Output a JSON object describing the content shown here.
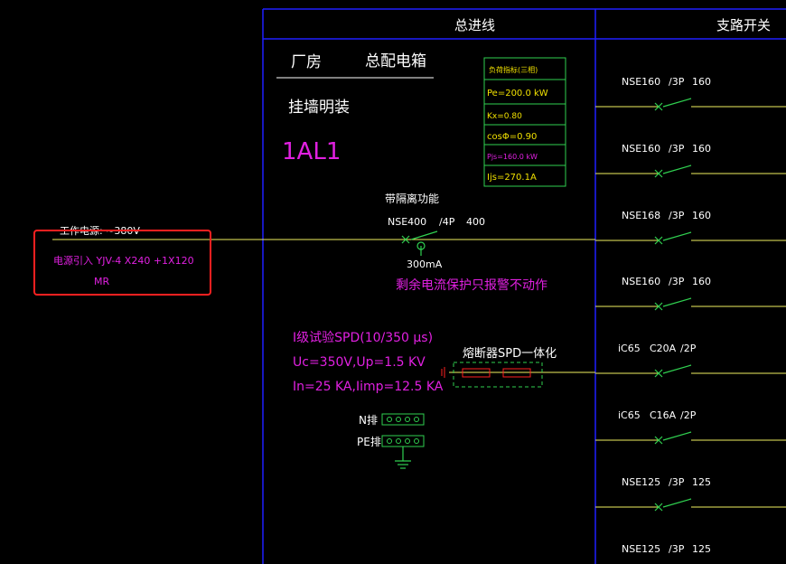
{
  "header": {
    "main_incoming": "总进线",
    "branch_switches": "支路开关"
  },
  "panel": {
    "building": "厂房",
    "panel_name": "总配电箱",
    "mounting": "挂墙明装",
    "panel_code": "1AL1"
  },
  "load_table": {
    "title": "负荷指标(三相)",
    "rows": [
      "Pe=200.0 kW",
      "Kx=0.80",
      "cosΦ=0.90",
      "Pjs=160.0 kW",
      "Ijs=270.1A"
    ]
  },
  "source": {
    "voltage": "工作电源: ~380V",
    "cable": "电源引入 YJV-4 X240 +1X120",
    "laying": "MR"
  },
  "main_breaker": {
    "function": "带隔离功能",
    "model": "NSE400",
    "poles": "/4P",
    "rating": "400",
    "leakage": "300mA",
    "note": "剩余电流保护只报警不动作"
  },
  "spd": {
    "spec_line1": "I级试验SPD(10/350 μs)",
    "spec_line2": "Uc=350V,Up=1.5 KV",
    "spec_line3": "In=25 KA,Iimp=12.5 KA",
    "fuse_label": "熔断器SPD一体化"
  },
  "busbars": {
    "n_label": "N排",
    "pe_label": "PE排"
  },
  "branches": [
    {
      "model": "NSE160",
      "spec": "/3P",
      "rating": "160"
    },
    {
      "model": "NSE160",
      "spec": "/3P",
      "rating": "160"
    },
    {
      "model": "NSE168",
      "spec": "/3P",
      "rating": "160"
    },
    {
      "model": "NSE160",
      "spec": "/3P",
      "rating": "160"
    },
    {
      "model": "iC65",
      "spec": "C20A",
      "rating": "/2P"
    },
    {
      "model": "iC65",
      "spec": "C16A",
      "rating": "/2P"
    },
    {
      "model": "NSE125",
      "spec": "/3P",
      "rating": "125"
    },
    {
      "model": "NSE125",
      "spec": "/3P",
      "rating": "125"
    }
  ],
  "colors": {
    "frame": "#1f1fff",
    "wire": "#f0f060",
    "symbol": "#30d050",
    "magenta": "#e020e0",
    "text": "#ffffff",
    "highlight": "#ff2020"
  }
}
